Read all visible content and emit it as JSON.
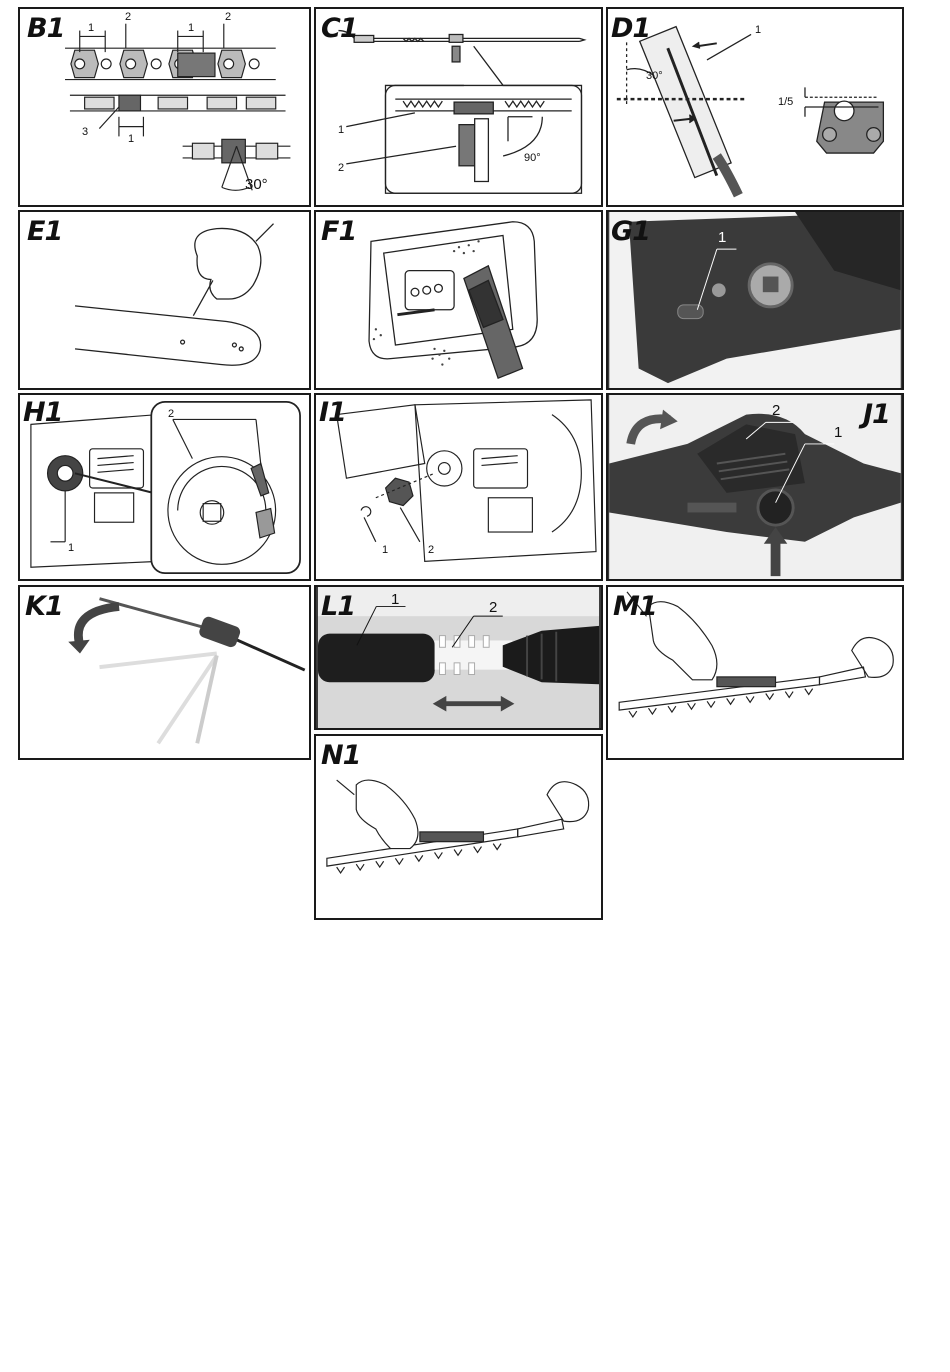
{
  "panels": {
    "b1": {
      "title": "B1",
      "labels": {
        "l1a": "1",
        "l2a": "2",
        "l1b": "1",
        "l2b": "2",
        "l3": "3",
        "l1c": "1",
        "angle": "30°"
      }
    },
    "c1": {
      "title": "C1",
      "labels": {
        "l1": "1",
        "l2": "2",
        "angle": "90°"
      }
    },
    "d1": {
      "title": "D1",
      "labels": {
        "l1": "1",
        "angle": "30°",
        "ratio": "1/5"
      }
    },
    "e1": {
      "title": "E1"
    },
    "f1": {
      "title": "F1"
    },
    "g1": {
      "title": "G1",
      "labels": {
        "l1": "1"
      }
    },
    "h1": {
      "title": "H1",
      "labels": {
        "l1": "1",
        "l2": "2"
      }
    },
    "i1": {
      "title": "I1",
      "labels": {
        "l1": "1",
        "l2": "2"
      }
    },
    "j1": {
      "title": "J1",
      "labels": {
        "l1": "1",
        "l2": "2"
      }
    },
    "k1": {
      "title": "K1"
    },
    "l1": {
      "title": "L1",
      "labels": {
        "l1": "1",
        "l2": "2"
      }
    },
    "m1": {
      "title": "M1"
    },
    "n1": {
      "title": "N1"
    }
  },
  "colors": {
    "border": "#1a1a1a",
    "photo_dark": "#3a3a3a",
    "ink": "#111111"
  }
}
